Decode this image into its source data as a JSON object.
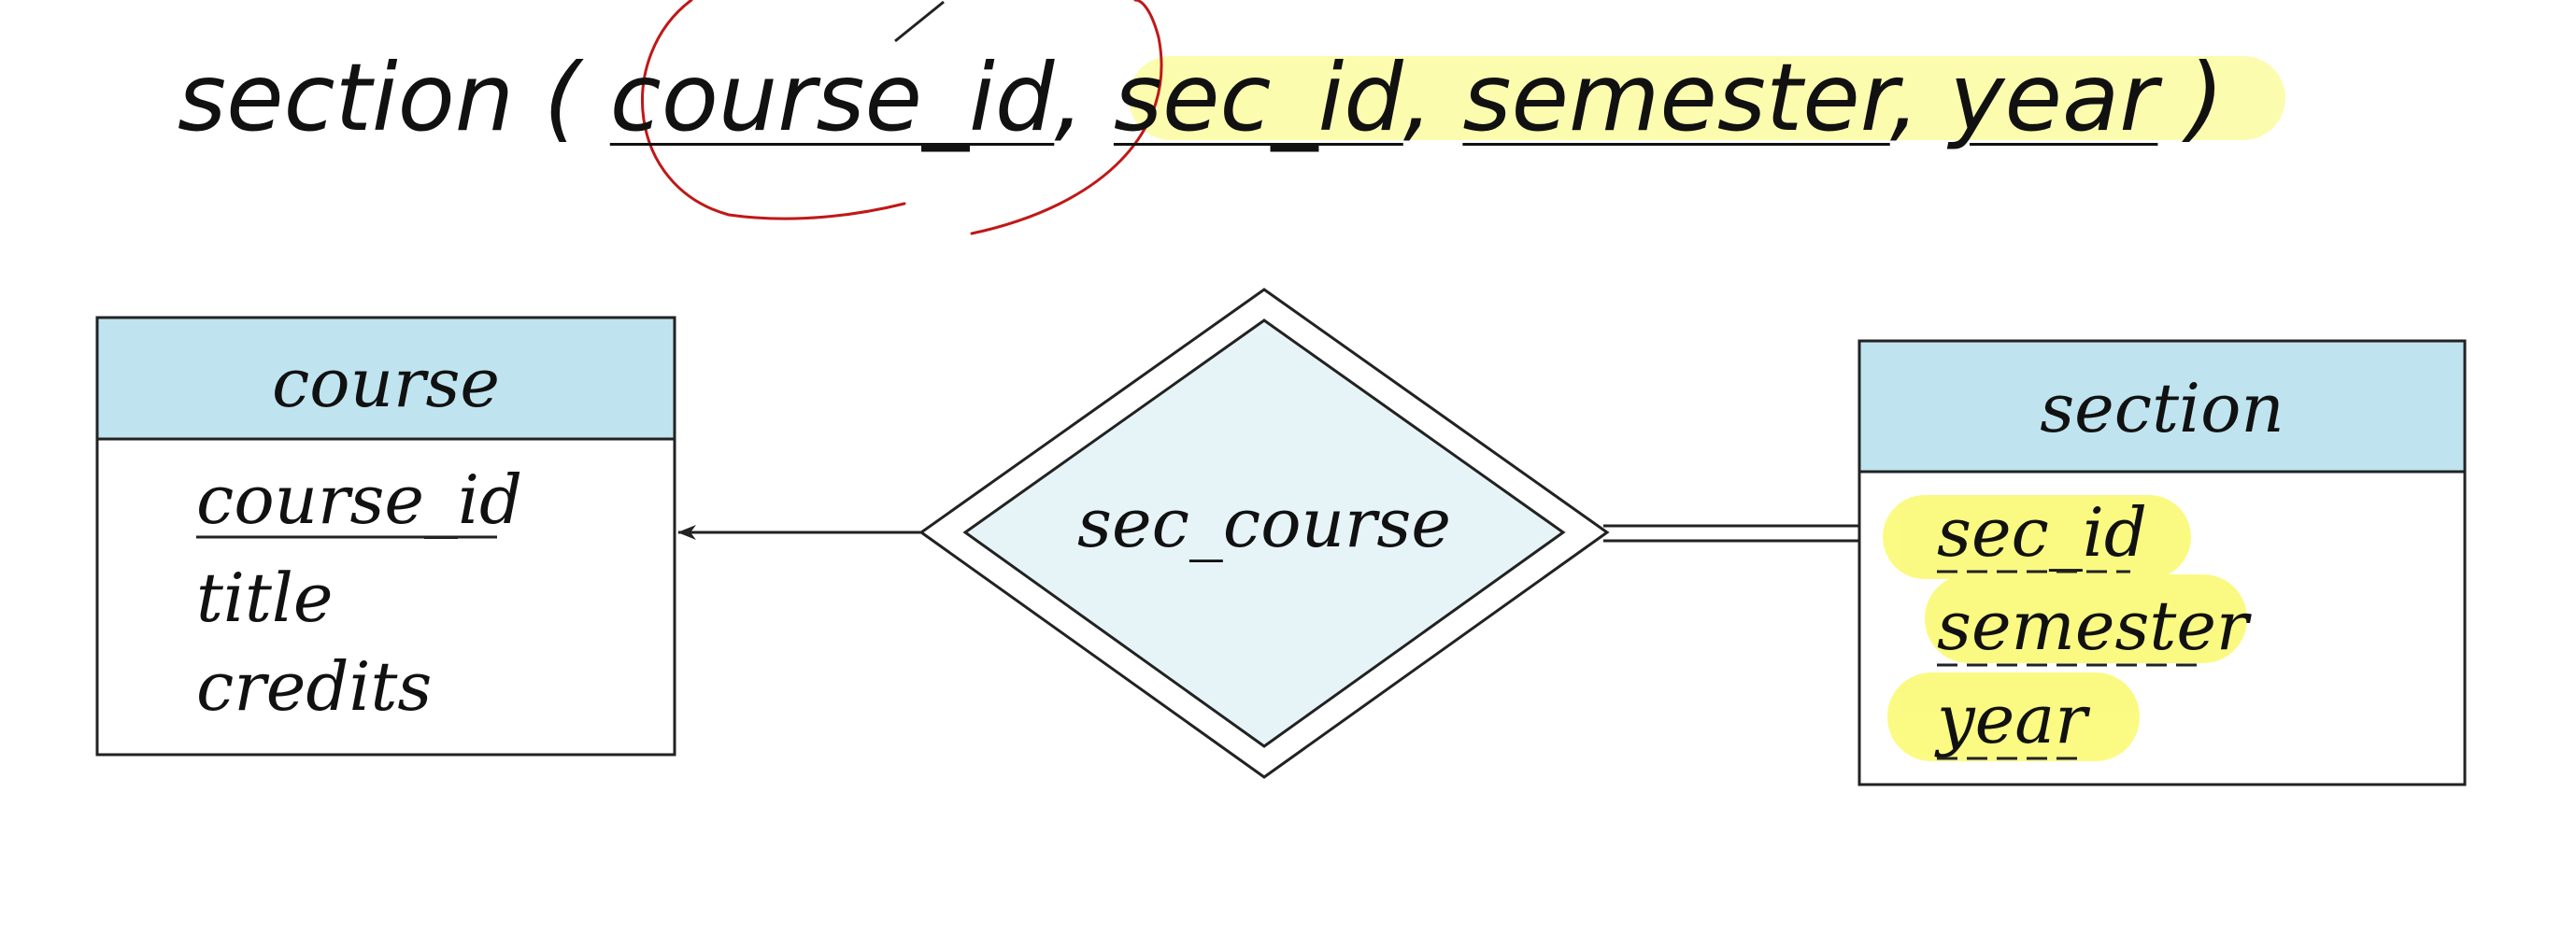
{
  "schema": {
    "relation": "section",
    "open_paren": "(",
    "attributes": [
      {
        "name": "course_id",
        "sep": ","
      },
      {
        "name": "sec_id",
        "sep": ","
      },
      {
        "name": "semester",
        "sep": ","
      },
      {
        "name": "year",
        "sep": ""
      }
    ],
    "close_paren": ")"
  },
  "entities": {
    "course": {
      "title": "course",
      "attributes": [
        "course_id",
        "title",
        "credits"
      ]
    },
    "section": {
      "title": "section",
      "attributes": [
        "sec_id",
        "semester",
        "year"
      ]
    }
  },
  "relationship": {
    "name": "sec_course"
  },
  "colors": {
    "entity_header": "#bfe4ef",
    "relationship_fill": "#e6f4f8",
    "highlight": "#fafa6e",
    "annotation": "#c01818",
    "line": "#222222"
  }
}
